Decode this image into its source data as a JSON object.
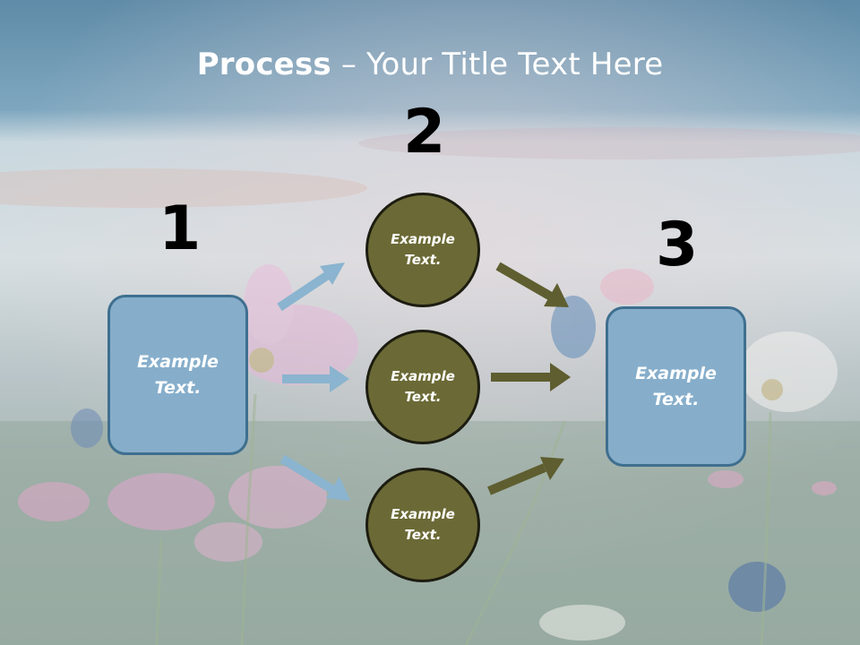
{
  "slide": {
    "title_bold": "Process",
    "title_rest": " – Your Title Text Here"
  },
  "steps": {
    "n1": "1",
    "n2": "2",
    "n3": "3"
  },
  "nodes": {
    "start_box": "Example\nText.",
    "circle_top": "Example\nText.",
    "circle_mid": "Example\nText.",
    "circle_bottom": "Example\nText.",
    "end_box": "Example\nText."
  },
  "colors": {
    "box_fill": "#86aecb",
    "box_border": "#3f6f8f",
    "circle_fill": "#6b6a36",
    "circle_border": "#1c1c10",
    "arrow_blue": "#8ab4cf",
    "arrow_olive": "#5e5e30"
  }
}
